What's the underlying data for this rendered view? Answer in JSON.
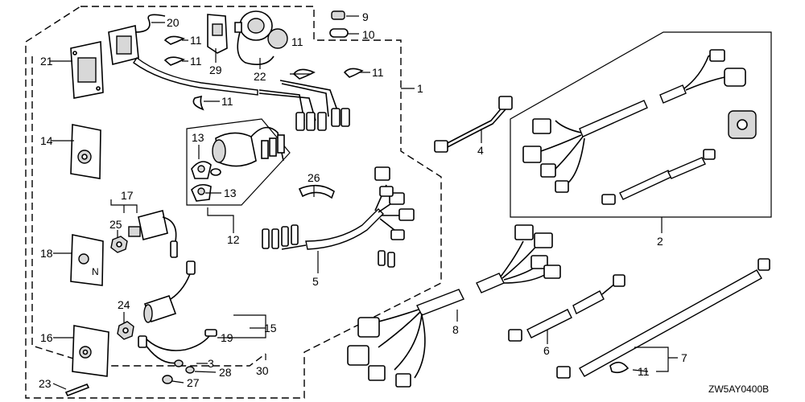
{
  "diagram": {
    "code": "ZW5AY0400B",
    "labels": [
      {
        "id": "p1",
        "text": "1"
      },
      {
        "id": "p2",
        "text": "2"
      },
      {
        "id": "p3",
        "text": "3"
      },
      {
        "id": "p4",
        "text": "4"
      },
      {
        "id": "p5",
        "text": "5"
      },
      {
        "id": "p6",
        "text": "6"
      },
      {
        "id": "p7",
        "text": "7"
      },
      {
        "id": "p8",
        "text": "8"
      },
      {
        "id": "p9",
        "text": "9"
      },
      {
        "id": "p10",
        "text": "10"
      },
      {
        "id": "p11a",
        "text": "11"
      },
      {
        "id": "p11b",
        "text": "11"
      },
      {
        "id": "p11c",
        "text": "11"
      },
      {
        "id": "p11d",
        "text": "11"
      },
      {
        "id": "p11e",
        "text": "11"
      },
      {
        "id": "p11f",
        "text": "11"
      },
      {
        "id": "p12",
        "text": "12"
      },
      {
        "id": "p13a",
        "text": "13"
      },
      {
        "id": "p13b",
        "text": "13"
      },
      {
        "id": "p14",
        "text": "14"
      },
      {
        "id": "p15",
        "text": "15"
      },
      {
        "id": "p16",
        "text": "16"
      },
      {
        "id": "p17",
        "text": "17"
      },
      {
        "id": "p18",
        "text": "18"
      },
      {
        "id": "p19",
        "text": "19"
      },
      {
        "id": "p20",
        "text": "20"
      },
      {
        "id": "p21",
        "text": "21"
      },
      {
        "id": "p22",
        "text": "22"
      },
      {
        "id": "p23",
        "text": "23"
      },
      {
        "id": "p24",
        "text": "24"
      },
      {
        "id": "p25",
        "text": "25"
      },
      {
        "id": "p26",
        "text": "26"
      },
      {
        "id": "p27",
        "text": "27"
      },
      {
        "id": "p28",
        "text": "28"
      },
      {
        "id": "p29",
        "text": "29"
      },
      {
        "id": "p30",
        "text": "30"
      }
    ]
  }
}
